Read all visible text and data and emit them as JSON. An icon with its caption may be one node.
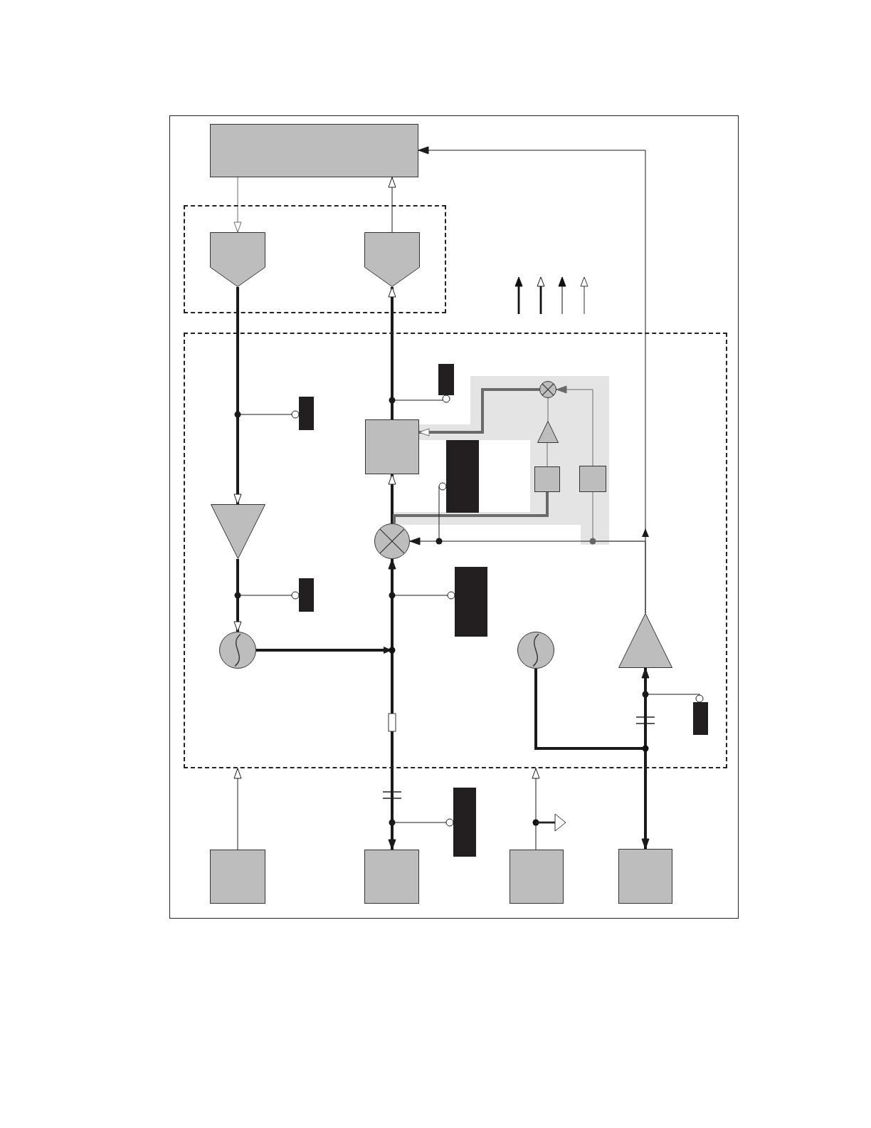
{
  "diagram": {
    "nodes": [
      {
        "text": [],
        "shape": "box"
      },
      {
        "text": [],
        "shape": "box"
      },
      {
        "text": [],
        "shape": "pentagon",
        "in": 1
      },
      {
        "text": [],
        "shape": "pentagon",
        "in": 1
      },
      {
        "text": [],
        "shape": "box"
      },
      {
        "text": [],
        "shape": "box",
        "in": 4
      },
      {
        "text": [],
        "shape": "circle",
        "in": 4
      },
      {
        "text": [],
        "shape": "circle",
        "in": 4
      },
      {
        "text": [],
        "shape": "triangle",
        "in": 4
      },
      {
        "text": [],
        "shape": "box",
        "in": 4
      },
      {
        "text": [],
        "shape": "box",
        "in": 4
      },
      {
        "text": [],
        "shape": "triangle",
        "in": 4
      },
      {
        "text": [],
        "shape": "circle",
        "in": 4
      },
      {
        "text": [],
        "shape": "circle",
        "in": 4
      },
      {
        "text": [],
        "shape": "triangle",
        "in": 4
      },
      {
        "text": [],
        "shape": "box"
      },
      {
        "text": [],
        "shape": "box"
      },
      {
        "text": [],
        "shape": "box"
      },
      {
        "text": [],
        "shape": "box"
      },
      {
        "text": [],
        "shape": "bar",
        "in": 4
      },
      {
        "text": [],
        "shape": "bar",
        "in": 4
      },
      {
        "text": [],
        "shape": "bar",
        "in": 4
      },
      {
        "text": [],
        "shape": "bar",
        "in": 4
      },
      {
        "text": [],
        "shape": "bar",
        "in": 4
      },
      {
        "text": [],
        "shape": "bar",
        "in": 4
      },
      {
        "text": [],
        "shape": "bar"
      }
    ],
    "edges": [
      {
        "from": 0,
        "to": 2,
        "arrow": "to",
        "color": "#6a6a6a"
      },
      {
        "from": 3,
        "to": 0,
        "arrow": "to"
      },
      {
        "from": 2,
        "to": 11,
        "arrow": "to",
        "style": "thick"
      },
      {
        "from": 6,
        "to": 5,
        "arrow": "to",
        "style": "thick"
      },
      {
        "from": 5,
        "to": 3,
        "arrow": "to",
        "style": "thick"
      },
      {
        "from": 11,
        "to": 12,
        "arrow": "to",
        "style": "thick"
      },
      {
        "from": 12,
        "to": 6,
        "arrow": "to",
        "style": "thick"
      },
      {
        "from": 12,
        "to": 16,
        "arrow": "to",
        "style": "thick"
      },
      {
        "from": 14,
        "to": 0,
        "arrow": "to"
      },
      {
        "from": 14,
        "to": 6,
        "arrow": "to"
      },
      {
        "from": 14,
        "to": 10,
        "arrow": "none",
        "color": "#6a6a6a"
      },
      {
        "from": 10,
        "to": 7,
        "arrow": "to",
        "color": "#6a6a6a"
      },
      {
        "from": 7,
        "to": 5,
        "arrow": "to",
        "style": "thick",
        "color": "#6a6a6a"
      },
      {
        "from": 8,
        "to": 7,
        "arrow": "none",
        "color": "#6a6a6a"
      },
      {
        "from": 9,
        "to": 8,
        "arrow": "none",
        "color": "#6a6a6a"
      },
      {
        "from": 6,
        "to": 9,
        "arrow": "none",
        "style": "thick",
        "color": "#6a6a6a"
      },
      {
        "from": 13,
        "to": 14,
        "arrow": "to",
        "style": "thick"
      },
      {
        "from": 13,
        "to": 18,
        "arrow": "to",
        "style": "thick"
      },
      {
        "from": 15,
        "to": 4,
        "arrow": "to"
      },
      {
        "from": 17,
        "to": 4,
        "arrow": "to"
      },
      {
        "from": null,
        "to": 20,
        "arrow": "other"
      },
      {
        "from": 5,
        "to": 19,
        "arrow": "other"
      },
      {
        "from": null,
        "to": 21,
        "arrow": "other"
      },
      {
        "from": null,
        "to": 22,
        "arrow": "other"
      },
      {
        "from": null,
        "to": 23,
        "arrow": "other"
      },
      {
        "from": null,
        "to": 25,
        "arrow": "other"
      },
      {
        "from": null,
        "to": 24,
        "arrow": "other"
      }
    ]
  }
}
